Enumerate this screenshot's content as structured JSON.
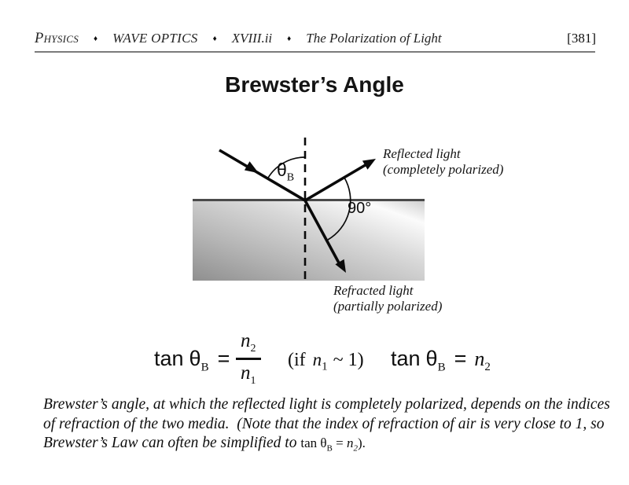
{
  "header": {
    "course": "Physics",
    "separator": "♦",
    "unit": "WAVE OPTICS",
    "section": "XVIII.ii",
    "topic": "The Polarization of Light",
    "page_number": "[381]"
  },
  "title": "Brewster’s Angle",
  "diagram": {
    "theta_label": "θ",
    "theta_sub": "B",
    "right_angle_label": "90°",
    "reflected_line1": "Reflected light",
    "reflected_line2": "(completely polarized)",
    "refracted_line1": "Refracted light",
    "refracted_line2": "(partially polarized)"
  },
  "formula": {
    "lhs_tan": "tan",
    "lhs_theta": "θ",
    "lhs_theta_sub": "B",
    "lhs_equals": "=",
    "frac_num_base": "n",
    "frac_num_sub": "2",
    "frac_den_base": "n",
    "frac_den_sub": "1",
    "cond_open": "(if",
    "cond_n": "n",
    "cond_n_sub": "1",
    "cond_rest": "~ 1)",
    "rhs_tan": "tan",
    "rhs_theta": "θ",
    "rhs_theta_sub": "B",
    "rhs_equals": "=",
    "rhs_n": "n",
    "rhs_n_sub": "2"
  },
  "caption": {
    "line1": "Brewster’s angle, at which the reflected light is completely polarized, depends on the indices",
    "line2": "of refraction of the two media.  (Note that the index of refraction of air is very close to 1, so",
    "line3_prefix": "Brewster’s Law can often be simplified to ",
    "inline_tan": "tan ",
    "inline_theta": "θ",
    "inline_theta_sub": "B",
    "inline_equals": " = ",
    "inline_n": "n",
    "inline_n_sub": "2",
    "line3_suffix": ")."
  },
  "colors": {
    "surface_dark_gray": "#8f8f8f",
    "surface_highlight": "#fbfbfb",
    "surface_top_line": "#4a4a4a",
    "header_rule_gray": "#7b7b7b",
    "ink": "#111111"
  }
}
